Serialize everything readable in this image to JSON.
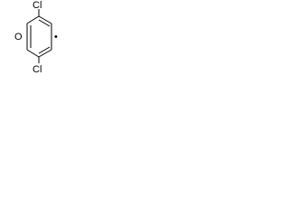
{
  "molecule": {
    "atoms": {
      "chlorine_top": "Cl",
      "oxygen": "O",
      "chlorine_bottom": "Cl"
    },
    "radical_marker": "•",
    "colors": {
      "ink": "#000000",
      "background": "#ffffff"
    }
  }
}
